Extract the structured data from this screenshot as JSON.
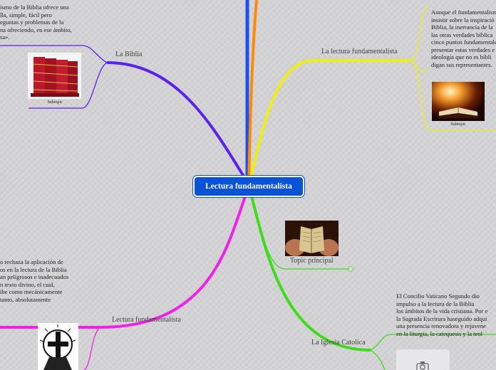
{
  "map": {
    "central_topic": "Lectura fundamentalista",
    "colors": {
      "central": "#0a52d6",
      "branch_blue": "#1f4ff0",
      "branch_orange": "#ff8c00",
      "branch_purple": "#5a22f0",
      "branch_yellow": "#ecef13",
      "branch_magenta": "#f020e8",
      "branch_green": "#3ddb1a",
      "background": "#d3d3d5"
    },
    "branches": {
      "la_biblia": {
        "label": "La Biblia",
        "note_lines": [
          "ismo de la Biblia ofrece  una",
          "lla,  simple,  fácil  pero",
          "eguntas y problemas de la",
          "na ofreciendo, en ese ámbito,",
          "sa»."
        ],
        "subtopic_caption": "Subtopic",
        "image_icon": "stack-of-red-books-image"
      },
      "lectura_fundamentalista_right": {
        "label": "La lectura fundamentalista",
        "note_lines": [
          "Aunque el fundamentalismo",
          "insistir sobre la inspiració",
          "Biblia, la inerrancia de la",
          "las otras verdades bíblica",
          "cinco puntos fundamentale",
          "presentar estas verdades e",
          "ideología que no es bíbli",
          "digan sus representantes."
        ],
        "subtopic_caption": "Subtopic",
        "image_icon": "glowing-open-bible-image"
      },
      "topic_principal": {
        "label": "Topic principal",
        "image_icon": "hands-holding-book-image"
      },
      "lectura_fundamentalista_left": {
        "label": "Lectura fundamentalista",
        "note_lines": [
          "o rechaza la aplicación de",
          "os en la lectura de la Biblia",
          "an peligrosos e inadecuados",
          "n texto  divino,  el  cual,",
          "ibe  como  mecánicamente",
          "tanto, absolutamente"
        ],
        "image_icon": "cross-and-monk-image"
      },
      "iglesia_catolica": {
        "label": "La Iglesia Catolica",
        "note_lines": [
          "El  Concilio  Vaticano  Segundo  dio",
          "impulso  a  la  lectura  de  la  Biblia",
          "los ámbitos de la vida cristiana. Por e",
          "la Sagrada Escritura haseguido adqui",
          "una presencia renovadora y rejuvene",
          "en la liturgia, la catequesis y  la  teol"
        ],
        "image_icon": "camera-placeholder-icon"
      }
    }
  }
}
